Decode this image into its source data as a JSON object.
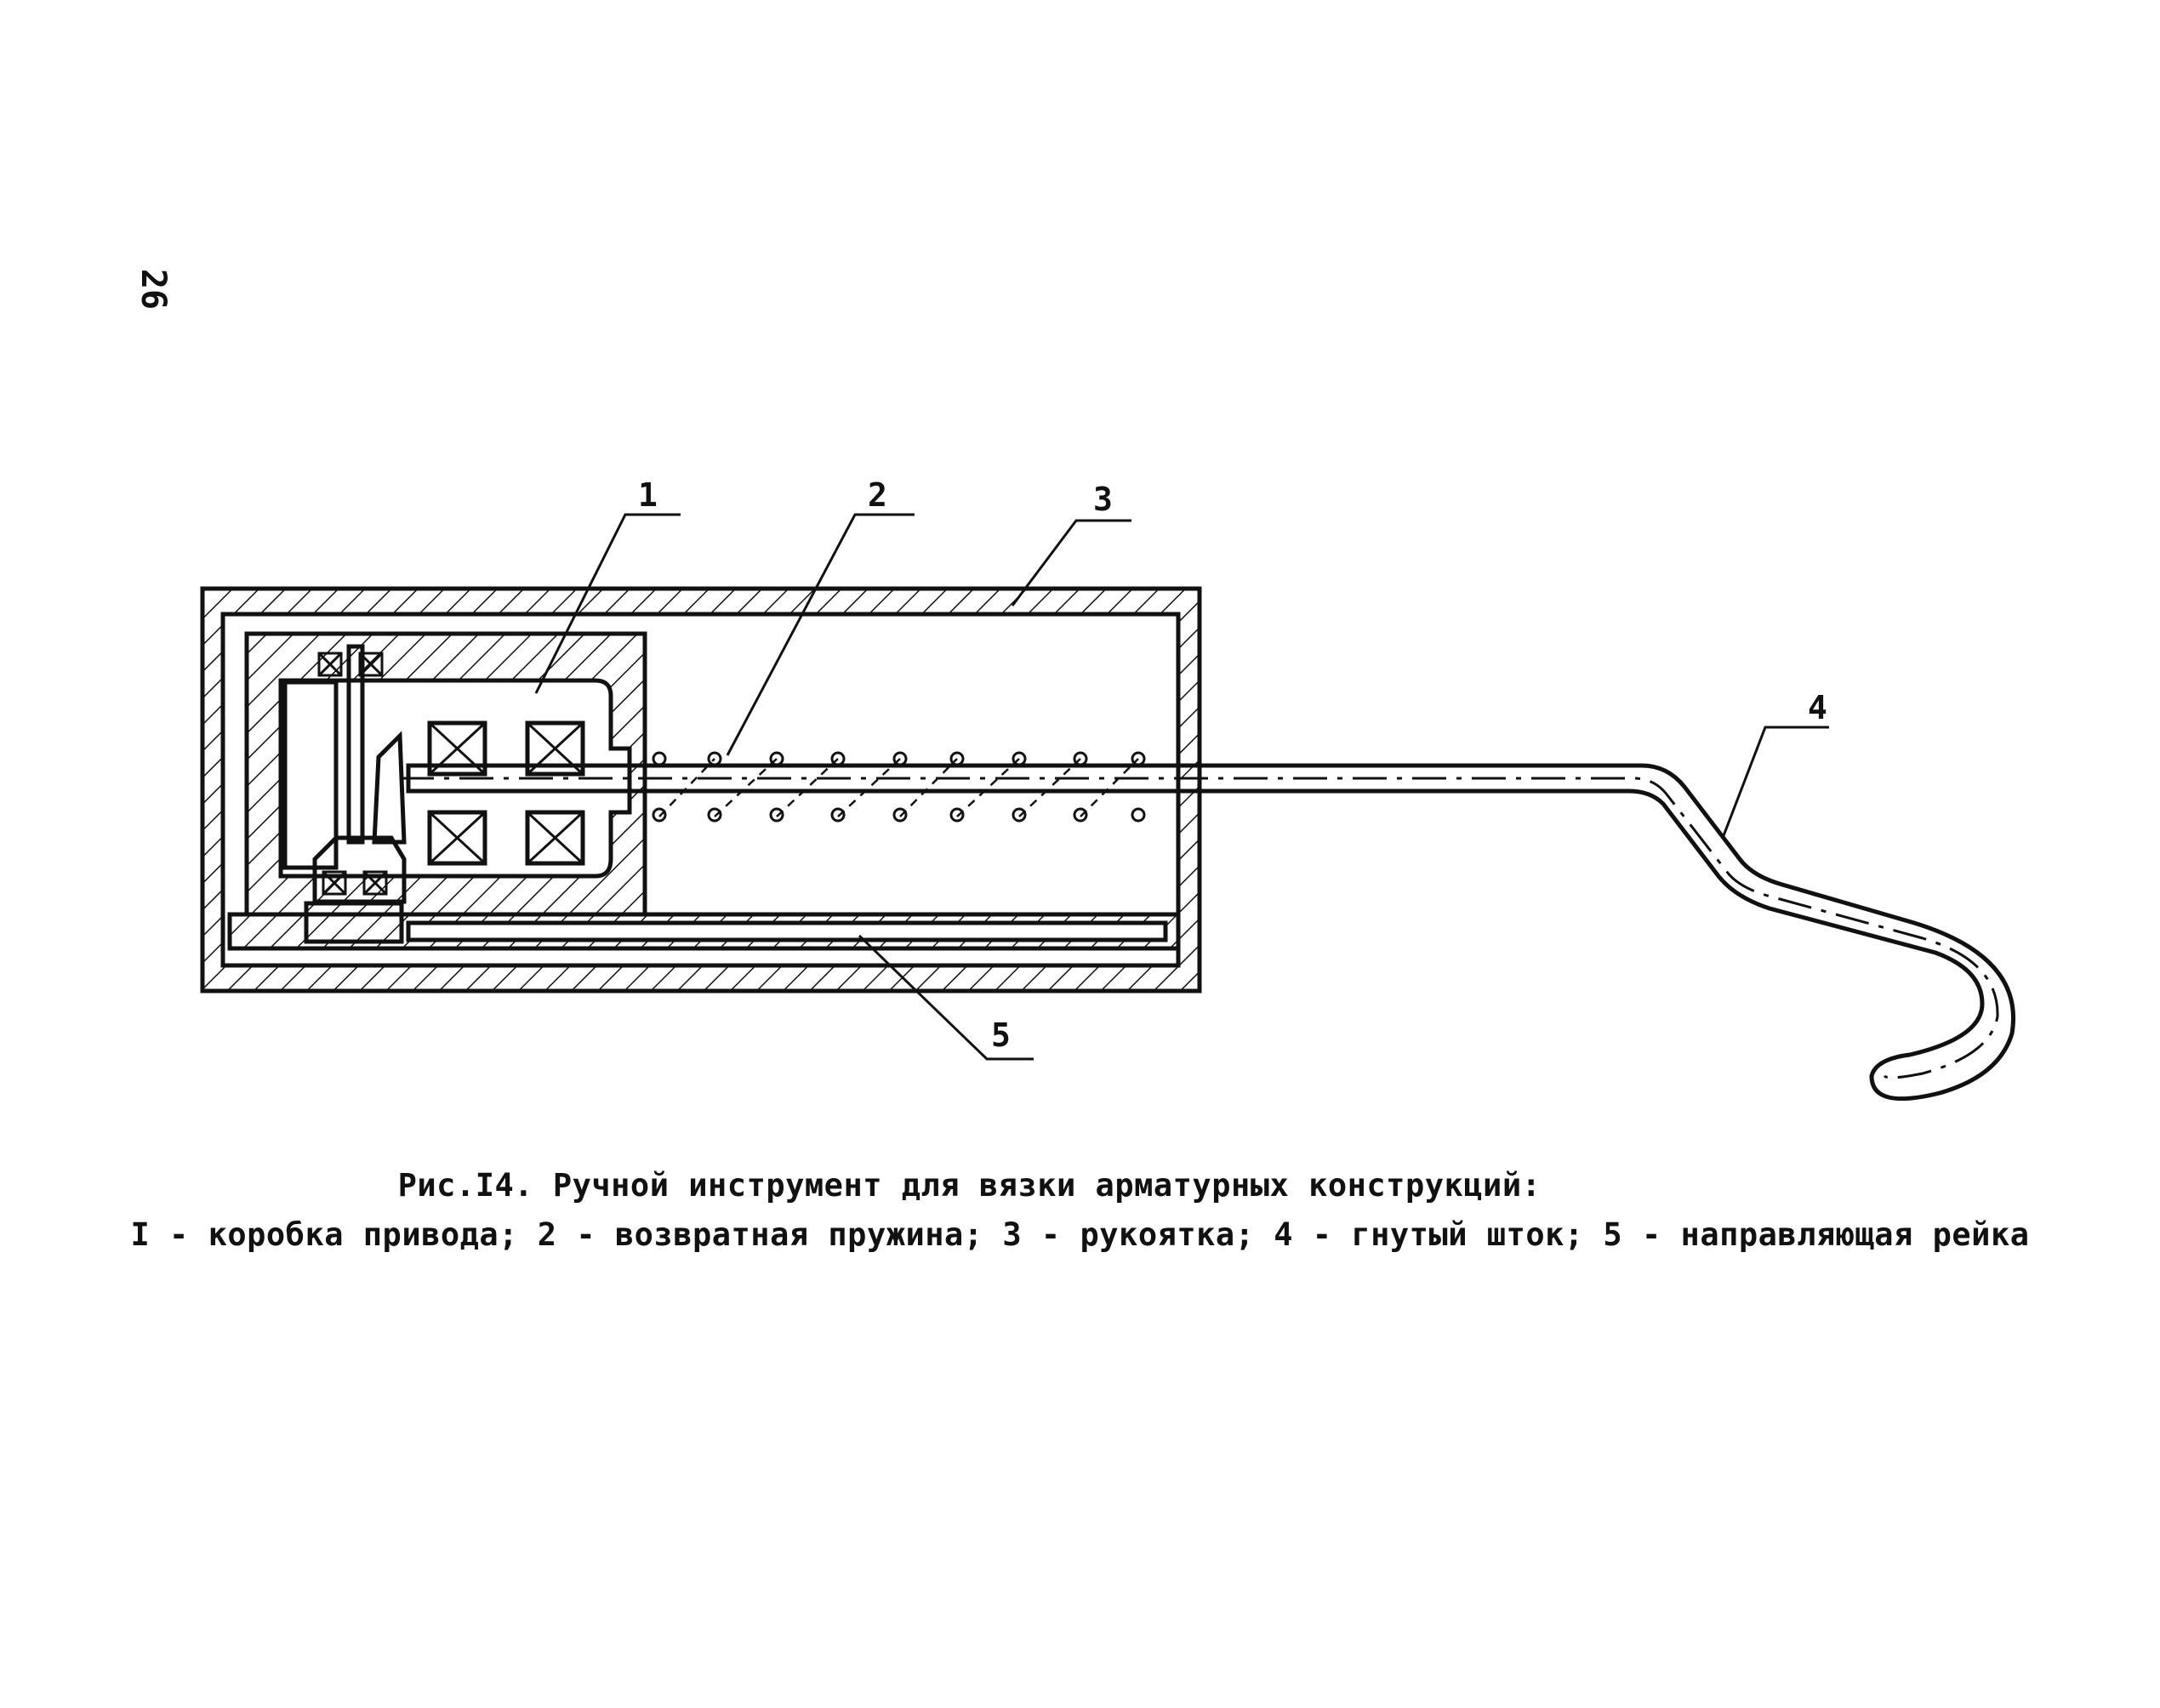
{
  "page": {
    "number": "26"
  },
  "figure": {
    "callouts": [
      "1",
      "2",
      "3",
      "4",
      "5"
    ],
    "caption_title": "Рис.I4. Ручной инструмент для вязки арматурных конструкций:",
    "caption_legend": "I - коробка привода; 2 - возвратная пружина; 3 - рукоятка; 4 - гнутый шток; 5 - направляющая рейка"
  }
}
